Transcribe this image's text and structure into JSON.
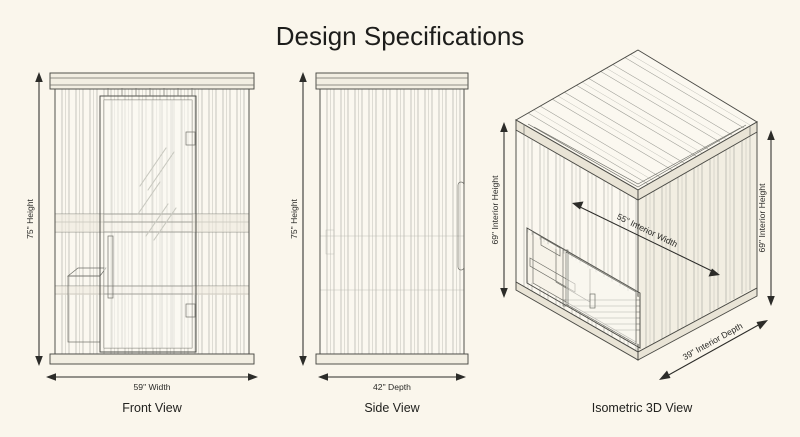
{
  "page": {
    "title": "Design Specifications",
    "background_color": "#faf6ec",
    "line_color": "#4a4a45",
    "text_color": "#1d1d1b"
  },
  "views": {
    "front": {
      "caption": "Front View",
      "height_label": "75\" Height",
      "width_label": "59\" Width"
    },
    "side": {
      "caption": "Side View",
      "height_label": "75\" Height",
      "depth_label": "42\" Depth"
    },
    "isometric": {
      "caption": "Isometric 3D View",
      "height_label_left": "69\" Interior Height",
      "height_label_right": "69\" Interior Height",
      "width_label": "55\" Interior Width",
      "depth_label": "39\" Interior Depth"
    }
  }
}
